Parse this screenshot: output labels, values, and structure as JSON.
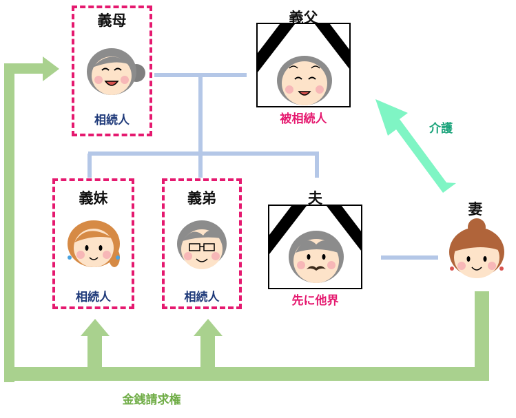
{
  "people": {
    "mother_in_law": {
      "name": "義母",
      "role": "相続人"
    },
    "father_in_law": {
      "name": "義父",
      "role": "被相続人"
    },
    "sister_in_law": {
      "name": "義妹",
      "role": "相続人"
    },
    "brother_in_law": {
      "name": "義弟",
      "role": "相続人"
    },
    "husband": {
      "name": "夫",
      "role": "先に他界"
    },
    "wife": {
      "name": "妻"
    }
  },
  "labels": {
    "care": "介護",
    "monetary_claim": "金銭請求権"
  },
  "colors": {
    "heir_border": "#e5196f",
    "deceased_label": "#e5196f",
    "heir_label": "#1f3a7a",
    "family_line": "#b4c7e7",
    "claim_arrow": "#a9d18e",
    "claim_label": "#70ad47",
    "care_arrow": "#7ff5c4",
    "care_label": "#1aa37a"
  }
}
